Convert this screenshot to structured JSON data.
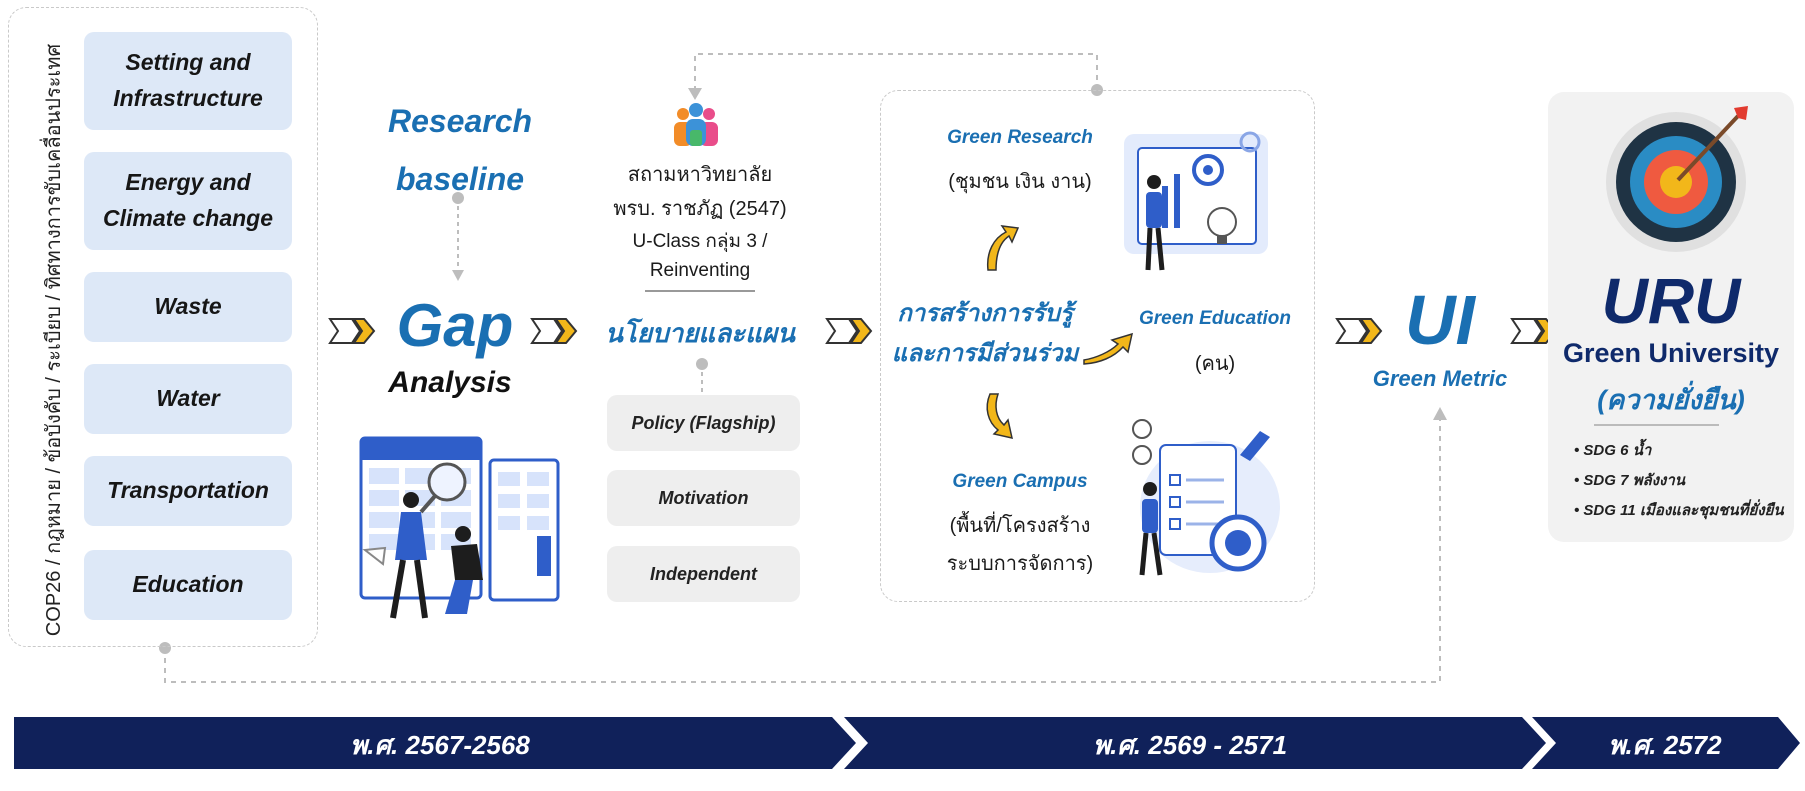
{
  "side_label": "COP26 / กฎหมาย / ข้อบังคับ / ระเบียบ / ทิศทางการขับเคลื่อนประเทศ",
  "categories": [
    "Setting and\nInfrastructure",
    "Energy and\nClimate change",
    "Waste",
    "Water",
    "Transportation",
    "Education"
  ],
  "research_baseline": {
    "line1": "Research",
    "line2": "baseline"
  },
  "gap": {
    "title": "Gap",
    "subtitle": "Analysis"
  },
  "university": {
    "line1": "สถามหาวิทยาลัย",
    "line2": "พรบ. ราชภัฏ (2547)",
    "line3": "U-Class กลุ่ม 3 /",
    "line4": "Reinventing"
  },
  "policy": {
    "title": "นโยบายและแผน",
    "items": [
      "Policy (Flagship)",
      "Motivation",
      "Independent"
    ]
  },
  "center": {
    "awareness_line1": "การสร้างการรับรู้",
    "awareness_line2": "และการมีส่วนร่วม",
    "research_title": "Green Research",
    "research_sub": "(ชุมชน เงิน งาน)",
    "education_title": "Green Education",
    "education_sub": "(คน)",
    "campus_title": "Green Campus",
    "campus_sub1": "(พื้นที่/โครงสร้าง",
    "campus_sub2": "ระบบการจัดการ)"
  },
  "ui": {
    "title": "UI",
    "subtitle": "Green Metric"
  },
  "goal": {
    "title": "URU",
    "line1": "Green University",
    "line2": "(ความยั่งยืน)",
    "sdgs": [
      "SDG 6 น้ำ",
      "SDG 7 พลังงาน",
      "SDG 11 เมืองและชุมชนที่ยั่งยืน"
    ]
  },
  "timeline": [
    "พ.ศ. 2567-2568",
    "พ.ศ. 2569 - 2571",
    "พ.ศ. 2572"
  ],
  "colors": {
    "navy": "#10215a",
    "blue": "#1a6fb2",
    "navy_text": "#0f2a6b",
    "yellow": "#f2b71a"
  }
}
